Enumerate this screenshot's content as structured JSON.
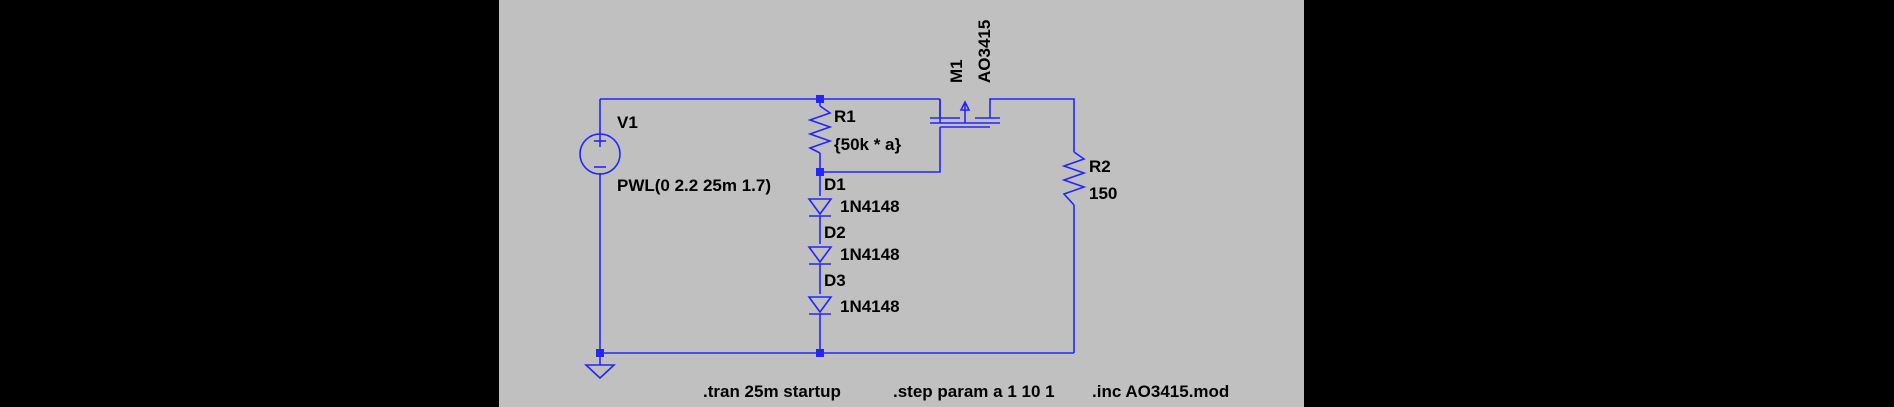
{
  "schematic": {
    "background": "#c0c0c0",
    "wire_color": "#2424ff",
    "components": {
      "v1": {
        "name": "V1",
        "value": "PWL(0 2.2 25m 1.7)"
      },
      "r1": {
        "name": "R1",
        "value": "{50k * a}"
      },
      "r2": {
        "name": "R2",
        "value": "150"
      },
      "m1": {
        "name": "M1",
        "value": "AO3415"
      },
      "d1": {
        "name": "D1",
        "value": "1N4148"
      },
      "d2": {
        "name": "D2",
        "value": "1N4148"
      },
      "d3": {
        "name": "D3",
        "value": "1N4148"
      }
    },
    "directives": {
      "tran": ".tran 25m startup",
      "step": ".step param a 1 10 1",
      "inc": ".inc AO3415.mod"
    }
  }
}
